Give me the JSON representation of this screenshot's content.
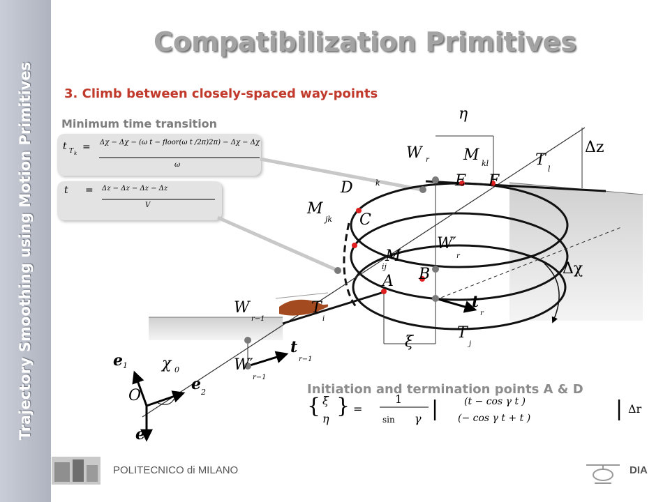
{
  "sidebar": {
    "title": "Trajectory Smoothing using Motion Primitives"
  },
  "slide": {
    "title": "Compatibilization Primitives",
    "subtitle": "3. Climb between closely-spaced way-points",
    "section_label": "Minimum time transition",
    "init_label": "Initiation and termination points A & D"
  },
  "formulas": {
    "f1_lhs": "t",
    "f1_lhs_sub": "T",
    "f1_lhs_subsub": "k",
    "f1_num": "Δχ − Δχ  − (ω  t  − floor(ω  t  /2π)2π) − Δχ  − Δχ",
    "f1_den": "ω",
    "f2_lhs": "t",
    "f2_num": "Δz − Δz  − Δz  − Δz",
    "f2_den": "V"
  },
  "labels": {
    "eta": "η",
    "xi": "ξ",
    "Wr": "W",
    "Mkl": "M",
    "Tl": "T",
    "dz": "Δz",
    "dchi": "Δχ",
    "D": "D",
    "E": "E",
    "F": "F",
    "Mjk": "M",
    "C": "C",
    "Mij": "M",
    "Wpr": "W′",
    "A": "A",
    "B": "B",
    "Wr1": "W",
    "Ti": "T",
    "tr": "t",
    "Tj": "T",
    "tr1": "t",
    "Wpr1": "W′",
    "e1": "e",
    "chi0": "χ",
    "e2": "e",
    "O": "O",
    "e3": "e"
  },
  "footer": {
    "left": "POLITECNICO di MILANO",
    "right": "DIA"
  }
}
